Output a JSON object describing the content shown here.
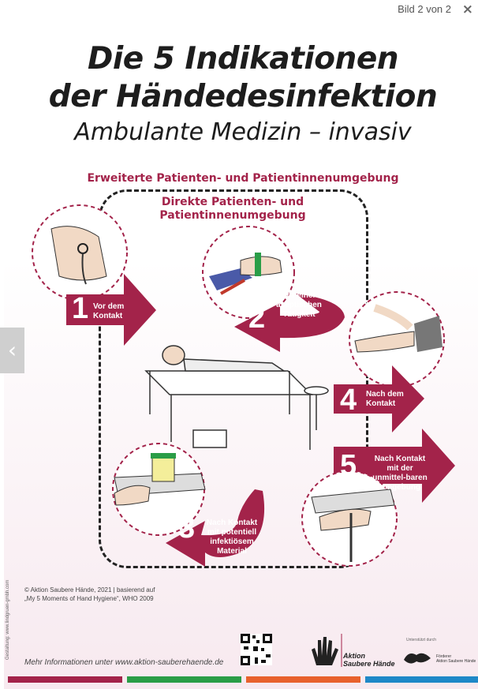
{
  "viewer": {
    "pager": "Bild 2 von 2",
    "close_glyph": "×",
    "prev_glyph": "‹"
  },
  "poster": {
    "title_line1": "Die 5 Indikationen",
    "title_line2": "der Händedesinfektion",
    "subtitle": "Ambulante Medizin – invasiv",
    "outer_zone_label": "Erweiterte Patienten- und Patientinnenumgebung",
    "inner_zone_label": "Direkte Patienten- und Patientinnenumgebung",
    "indications": [
      {
        "number": "1",
        "text": "Vor dem Kontakt"
      },
      {
        "number": "2",
        "text": "Vor einer aseptischen Tätigkeit"
      },
      {
        "number": "3",
        "text": "Nach Kontakt mit potentiell infektiösem Material"
      },
      {
        "number": "4",
        "text": "Nach dem Kontakt"
      },
      {
        "number": "5",
        "text": "Nach Kontakt mit der unmittel-baren Umgebung"
      }
    ],
    "credit_line1": "© Aktion Saubere Hände, 2021 | basierend auf",
    "credit_line2": "„My 5 Moments of Hand Hygiene“, WHO 2009",
    "design_credit": "Gestaltung: www.lindgruen-gmbh.com",
    "more_info": "Mehr Informationen unter www.aktion-sauberehaende.de",
    "logo_line1": "Aktion",
    "logo_line2": "Saubere Hände",
    "supported_by": "Unterstützt durch",
    "sponsor_line1": "Förderer",
    "sponsor_line2": "Aktion Saubere Hände"
  },
  "colors": {
    "accent": "#a3234a",
    "bar_colors": [
      "#a3234a",
      "#2a9d47",
      "#e8612c",
      "#1e88c7"
    ]
  },
  "icons": [
    "chevron-left-icon",
    "close-icon",
    "hand-logo-icon",
    "qr-code-icon"
  ]
}
